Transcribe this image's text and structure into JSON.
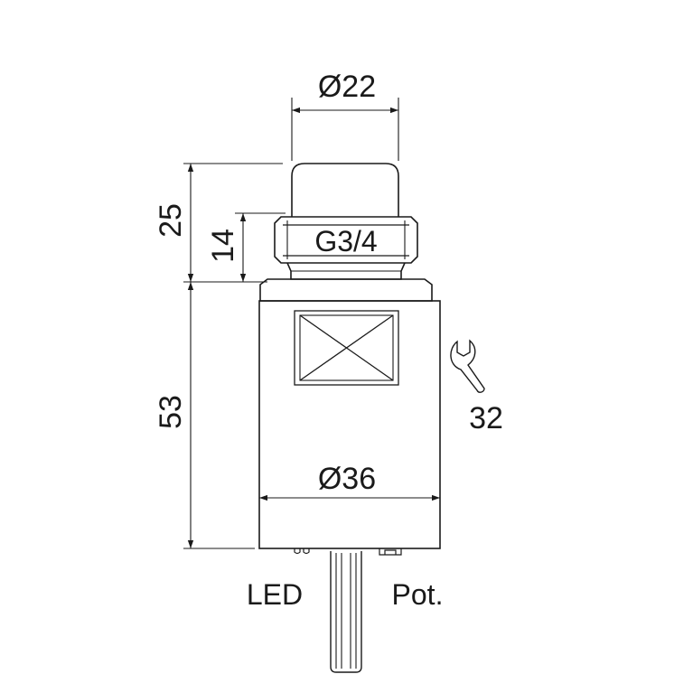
{
  "diagram": {
    "dim_top_diameter": "Ø22",
    "dim_thread": "G3/4",
    "dim_height_total_top": "25",
    "dim_thread_height": "14",
    "dim_body_height": "53",
    "dim_body_diameter": "Ø36",
    "dim_wrench_size": "32",
    "label_led": "LED",
    "label_pot": "Pot."
  },
  "colors": {
    "line": "#1a1a1a",
    "background": "#ffffff"
  },
  "icons": {
    "wrench": "wrench-icon"
  }
}
